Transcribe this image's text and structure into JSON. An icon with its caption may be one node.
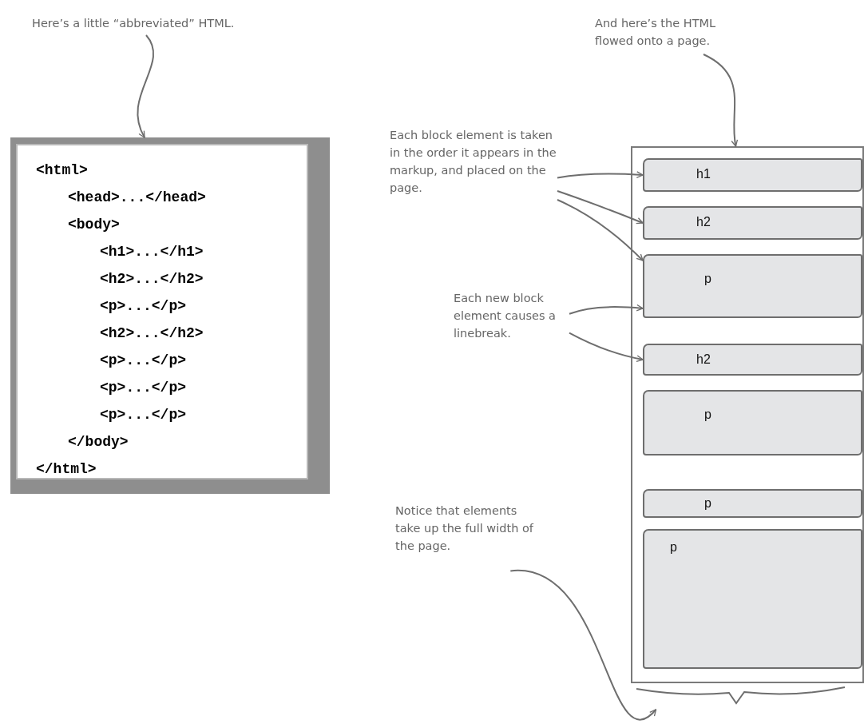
{
  "diagram": {
    "nodes": [
      {
        "text": [
          "Here’s a little “abbreviated” HTML."
        ]
      },
      {
        "text": [
          "<html>",
          "<head>...</head>",
          "<body>",
          "<h1>...</h1>",
          "<h2>...</h2>",
          "<p>...</p>",
          "<h2>...</h2>",
          "<p>...</p>",
          "<p>...</p>",
          "<p>...</p>",
          "</body>",
          "</html>"
        ]
      },
      {
        "text": [
          "And here’s the HTML flowed onto a page."
        ]
      },
      {
        "text": [],
        "shape": "box"
      },
      {
        "text": [
          "h1"
        ],
        "in": 3
      },
      {
        "text": [
          "h2"
        ],
        "in": 3
      },
      {
        "text": [
          "p"
        ],
        "in": 3
      },
      {
        "text": [
          "h2"
        ],
        "in": 3
      },
      {
        "text": [
          "p"
        ],
        "in": 3
      },
      {
        "text": [
          "p"
        ],
        "in": 3
      },
      {
        "text": [
          "p"
        ],
        "in": 3
      },
      {
        "text": [
          "Each block element is taken in the order it appears in the markup, and placed on the page."
        ]
      },
      {
        "text": [
          "Each new block element causes a linebreak."
        ]
      },
      {
        "text": [
          "Notice that elements take up the full width of the page."
        ]
      },
      {
        "text": [],
        "shape": "brace"
      }
    ],
    "edges": [
      {
        "from": 0,
        "to": 1,
        "arrow": "to"
      },
      {
        "from": 2,
        "to": 3,
        "arrow": "to"
      },
      {
        "from": 11,
        "to": 4,
        "arrow": "to"
      },
      {
        "from": 11,
        "to": 5,
        "arrow": "to"
      },
      {
        "from": 11,
        "to": 6,
        "arrow": "to"
      },
      {
        "from": 12,
        "to": 6,
        "arrow": "to"
      },
      {
        "from": 12,
        "to": 7,
        "arrow": "to"
      },
      {
        "from": 13,
        "to": 14,
        "arrow": "to"
      }
    ]
  }
}
